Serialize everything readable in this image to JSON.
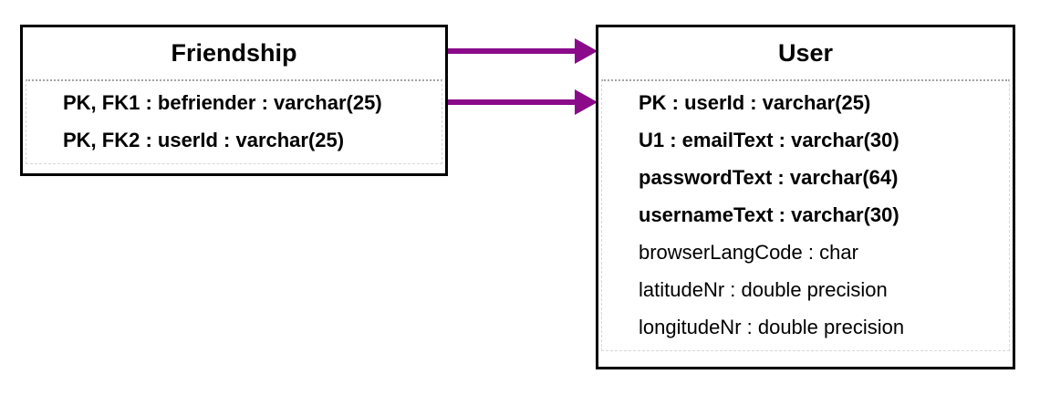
{
  "colors": {
    "arrow": "#8A0A8A",
    "entity_border": "#000000",
    "separator": "#a3a3a3",
    "background": "#ffffff"
  },
  "entities": [
    {
      "name": "Friendship",
      "attributes": [
        {
          "text": "PK, FK1 : befriender : varchar(25)",
          "bold": true
        },
        {
          "text": "PK, FK2 : userId : varchar(25)",
          "bold": true
        }
      ]
    },
    {
      "name": "User",
      "attributes": [
        {
          "text": "PK : userId : varchar(25)",
          "bold": true
        },
        {
          "text": "U1 : emailText : varchar(30)",
          "bold": true
        },
        {
          "text": "passwordText : varchar(64)",
          "bold": true
        },
        {
          "text": "usernameText : varchar(30)",
          "bold": true
        },
        {
          "text": "browserLangCode : char",
          "bold": false
        },
        {
          "text": "latitudeNr : double precision",
          "bold": false
        },
        {
          "text": "longitudeNr : double precision",
          "bold": false
        }
      ]
    }
  ],
  "relationships": [
    {
      "from": "Friendship",
      "to": "User"
    },
    {
      "from": "Friendship : befriender",
      "to": "User : userId"
    }
  ]
}
